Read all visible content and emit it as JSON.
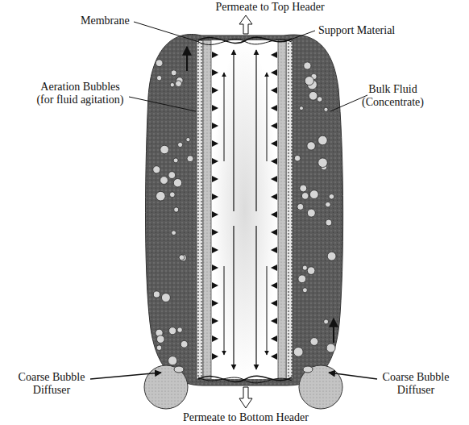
{
  "diagram": {
    "labels": [
      "Permeate to Top Header",
      "Membrane",
      "Support Material",
      "Aeration Bubbles (for fluid agitation)",
      "Bulk Fluid (Concentrate)",
      "Coarse Bubble Diffuser",
      "Coarse Bubble Diffuser",
      "Permeate to Bottom Header"
    ]
  }
}
